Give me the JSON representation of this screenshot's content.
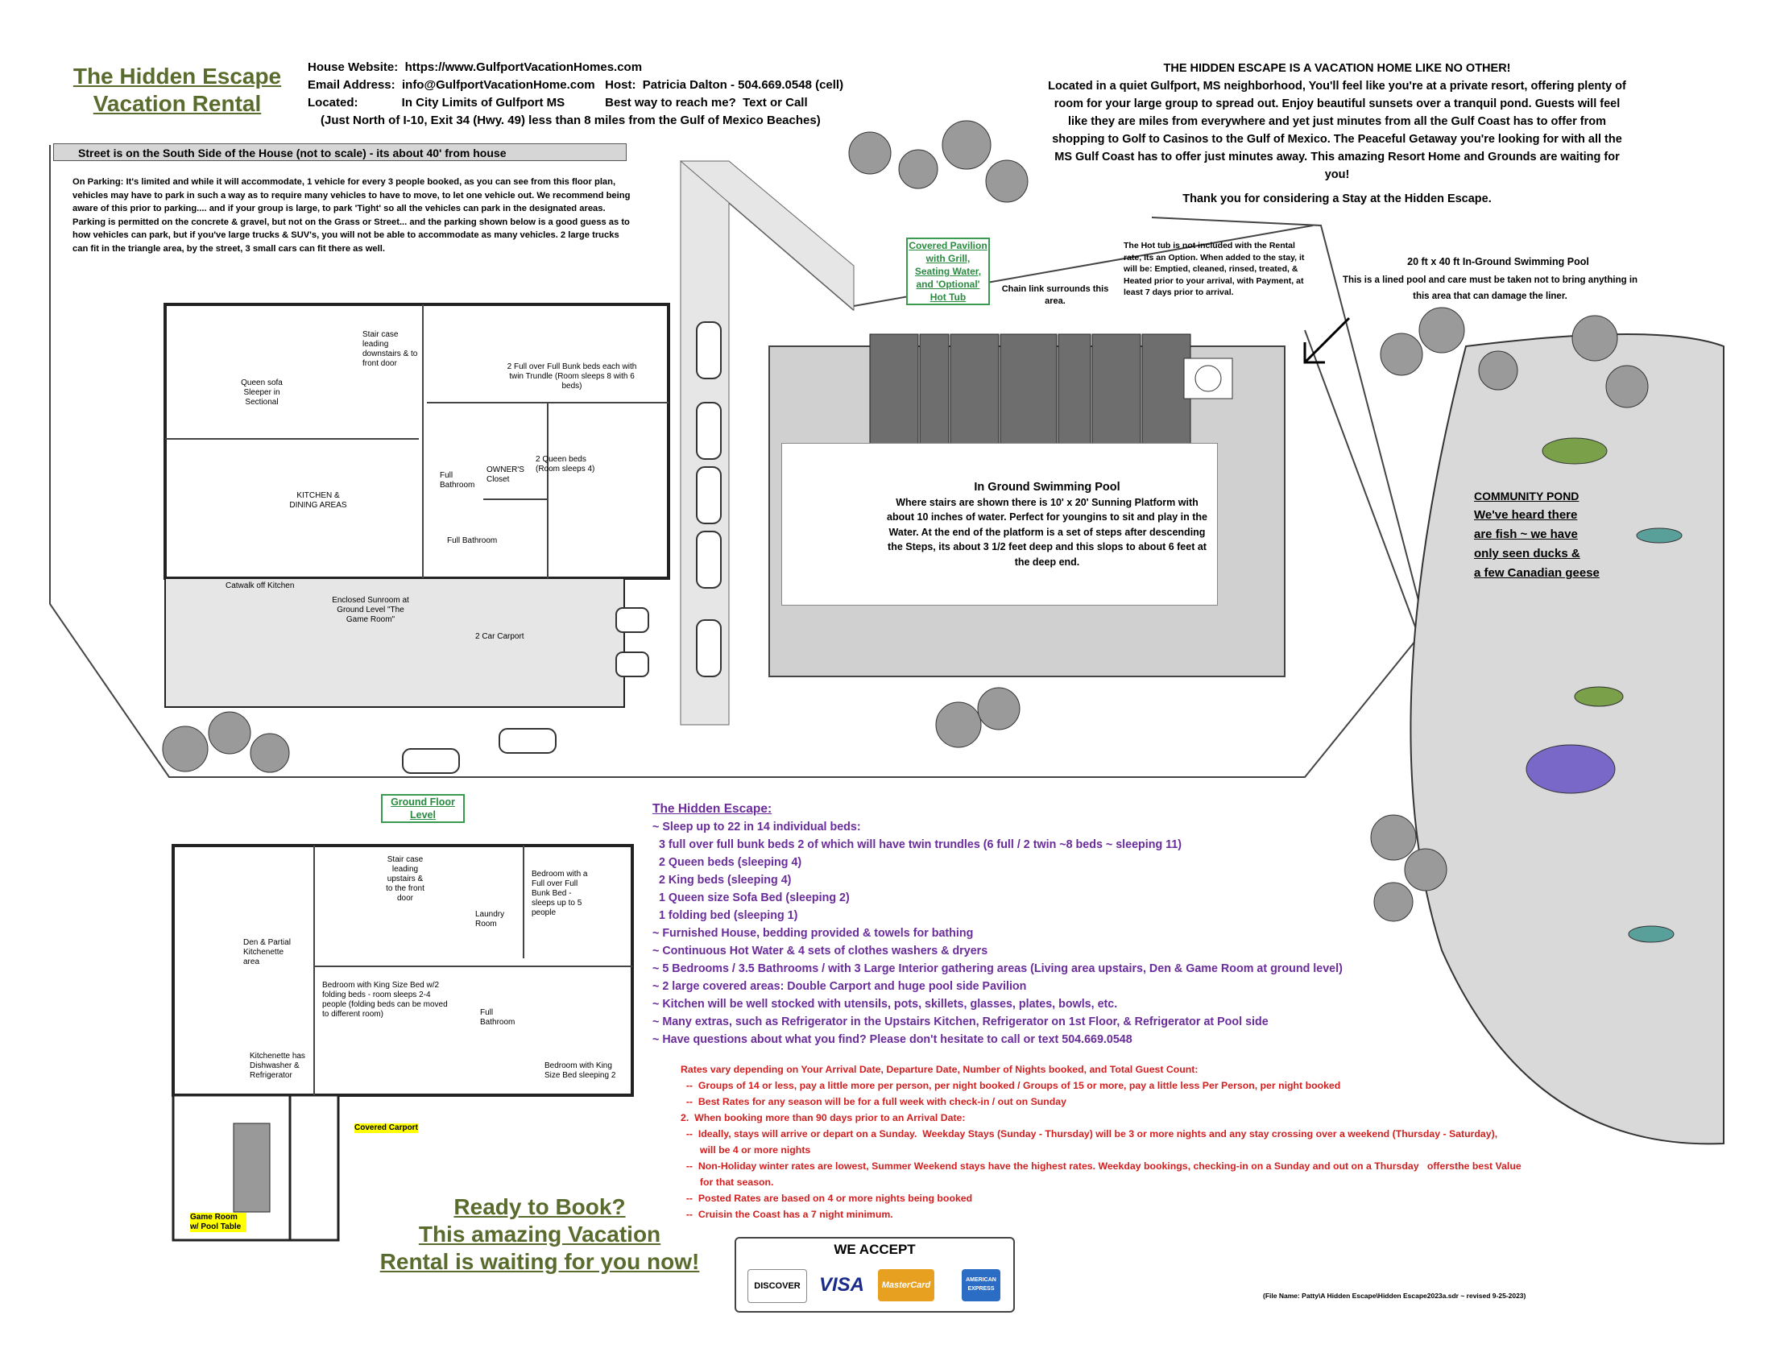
{
  "title": [
    "The Hidden Escape",
    "Vacation Rental"
  ],
  "header_info": {
    "line1": "House Website:  https://www.GulfportVacationHomes.com",
    "line2": "Email Address:  info@GulfportVacationHome.com   Host:  Patricia Dalton - 504.669.0548 (cell)",
    "line3": "Located:             In City Limits of Gulfport MS            Best way to reach me?  Text or Call",
    "line4": "(Just North of I-10, Exit 34 (Hwy. 49) less than 8 miles from the Gulf of Mexico Beaches)"
  },
  "blurb": {
    "heading": "THE HIDDEN ESCAPE IS A VACATION HOME LIKE NO OTHER!",
    "body": "Located in a quiet Gulfport, MS neighborhood, You'll feel like you're at a private resort, offering plenty of room for your large group to spread out.  Enjoy beautiful sunsets over a tranquil pond.  Guests will feel like they are miles from everywhere and yet just minutes from all the Gulf Coast has to offer from shopping to Golf to Casinos to the Gulf of Mexico.  The Peaceful Getaway you're looking for with all the MS Gulf Coast has to offer just minutes away.  This amazing Resort Home and Grounds are waiting for you!",
    "thanks": "Thank you for considering a Stay at the Hidden Escape."
  },
  "street_banner": "Street is on the South Side of the House (not to scale) - its about 40' from house",
  "parking_note": "On Parking: It's limited and while it will accommodate, 1 vehicle for every 3 people booked, as you can see from this floor plan, vehicles may have to park in such a way as to require many vehicles to have to move, to let one vehicle out.  We recommend being aware of this prior to parking.... and if your group is large, to park 'Tight' so all the vehicles can park in the  designated areas.  Parking is permitted on the concrete & gravel, but not on the Grass or Street... and the parking shown below is a good guess as to how vehicles can park, but if you've large trucks & SUV's, you will not be able to accommodate as many vehicles.  2 large trucks can fit in the triangle area, by the street, 3 small cars can fit there as well.",
  "labels": {
    "covered_pavilion": "Covered Pavilion with Grill, Seating Water, and 'Optional' Hot Tub",
    "chain_link": "Chain link surrounds this area.",
    "hot_tub_note": "The Hot tub is not included with the Rental rate, Its an Option. When added to the stay, it will be: Emptied, cleaned, rinsed, treated, & Heated prior to your arrival, with Payment, at least 7 days prior to arrival.",
    "pool_size": "20 ft x 40 ft In-Ground Swimming Pool",
    "pool_care": "This is a lined pool and care must be taken not to bring anything in this area that can damage the liner.",
    "ground_floor": "Ground Floor Level",
    "covered_carport": "Covered Carport",
    "game_room": "Game Room w/ Pool Table",
    "carport_2car": "2 Car Carport",
    "catwalk": "Catwalk off Kitchen",
    "enclosed_sunroom": "Enclosed Sunroom at Ground Level \"The Game Room\"",
    "kitchen_dining": "KITCHEN & DINING AREAS",
    "queen_sofa": "Queen sofa Sleeper in Sectional",
    "staircase_up": "Stair case leading downstairs & to front door",
    "bunk_up": "2 Full over Full Bunk beds each with twin Trundle (Room sleeps 8 with 6 beds)",
    "queen_beds": "2 Queen beds (Room sleeps 4)",
    "full_bath": "Full Bathroom",
    "owners_closet": "OWNER'S Closet",
    "full_bath2": "Full Bathroom",
    "den": "Den & Partial Kitchenette area",
    "stair_down": "Stair case leading upstairs & to the front door",
    "bunk_down": "Bedroom with a Full over Full Bunk Bed - sleeps up to 5 people",
    "laundry": "Laundry Room",
    "king_bed_room": "Bedroom with King Size Bed w/2 folding beds - room sleeps 2-4 people (folding beds can be moved to different room)",
    "full_bath_down": "Full Bathroom",
    "king_bed2": "Bedroom with King Size Bed sleeping 2",
    "kitchenette": "Kitchenette has Dishwasher & Refrigerator"
  },
  "pool": {
    "title": "In Ground Swimming Pool",
    "desc": "Where stairs are shown there is 10' x 20' Sunning Platform with about 10 inches of water.  Perfect for youngins to sit and play in the Water.  At the end of the platform is a set of steps after descending the Steps, its about 3  1/2 feet deep and this slops to about 6 feet at the deep end."
  },
  "pond": {
    "title": "COMMUNITY POND",
    "lines": [
      "We've heard there",
      "are fish ~ we have",
      "only seen ducks &",
      "a few Canadian geese"
    ]
  },
  "features": {
    "title": "The Hidden Escape:",
    "items": [
      "~ Sleep up to 22 in 14 individual beds:",
      "  3 full over full bunk beds 2 of which will have twin trundles (6 full / 2 twin ~8 beds ~ sleeping 11)",
      "  2 Queen beds (sleeping 4)",
      "  2 King beds (sleeping 4)",
      "  1 Queen size Sofa Bed (sleeping 2)",
      "  1 folding bed (sleeping 1)",
      "~ Furnished House, bedding provided & towels for bathing",
      "~ Continuous Hot Water & 4 sets of clothes washers & dryers",
      "~ 5 Bedrooms / 3.5 Bathrooms / with 3 Large Interior gathering areas (Living area upstairs, Den & Game Room at ground level)",
      "~ 2 large covered areas:  Double Carport and huge pool side Pavilion",
      "~ Kitchen will be well stocked with utensils, pots, skillets, glasses, plates, bowls, etc.",
      "~ Many extras, such as Refrigerator in the Upstairs Kitchen, Refrigerator on 1st Floor, & Refrigerator at Pool side",
      "~ Have questions about what you find?  Please don't hesitate to call or text 504.669.0548"
    ]
  },
  "rates": {
    "intro": "Rates vary depending on Your Arrival Date, Departure Date, Number of Nights booked, and Total Guest Count:",
    "lines": [
      "  --  Groups of 14 or less, pay a little more per person, per night booked / Groups of 15 or more, pay a little less Per Person, per night booked",
      "  --  Best Rates for any season will be for a full week with check-in / out on Sunday",
      "2.  When booking more than 90 days prior to an Arrival Date:",
      "  --  Ideally, stays will arrive or depart on a Sunday.  Weekday Stays (Sunday - Thursday) will be 3 or more nights and any stay crossing over a weekend (Thursday - Saturday),",
      "       will be 4 or more nights",
      "  --  Non-Holiday winter rates are lowest, Summer Weekend stays have the highest rates. Weekday bookings, checking-in on a Sunday and out on a Thursday   offersthe best Value",
      "       for that season.",
      "  --  Posted Rates are based on 4 or more nights being booked",
      "  --  Cruisin the Coast has a 7 night minimum."
    ]
  },
  "ready": [
    "Ready to Book?",
    "This amazing Vacation",
    "Rental is waiting for you now!"
  ],
  "payment": {
    "title": "WE ACCEPT",
    "cards": [
      "DISCOVER",
      "VISA",
      "MasterCard",
      "AMERICAN EXPRESS"
    ]
  },
  "file_name": "(File Name:  Patty\\A Hidden Escape\\Hidden  Escape2023a.sdr ~ revised 9-25-2023)",
  "colors": {
    "title_olive": "#5a6b2e",
    "features_purple": "#6a2c9a",
    "rates_red": "#d21f1f",
    "pond_gray": "#d9d9d9",
    "pavilion_gray": "#6e6e6e"
  }
}
